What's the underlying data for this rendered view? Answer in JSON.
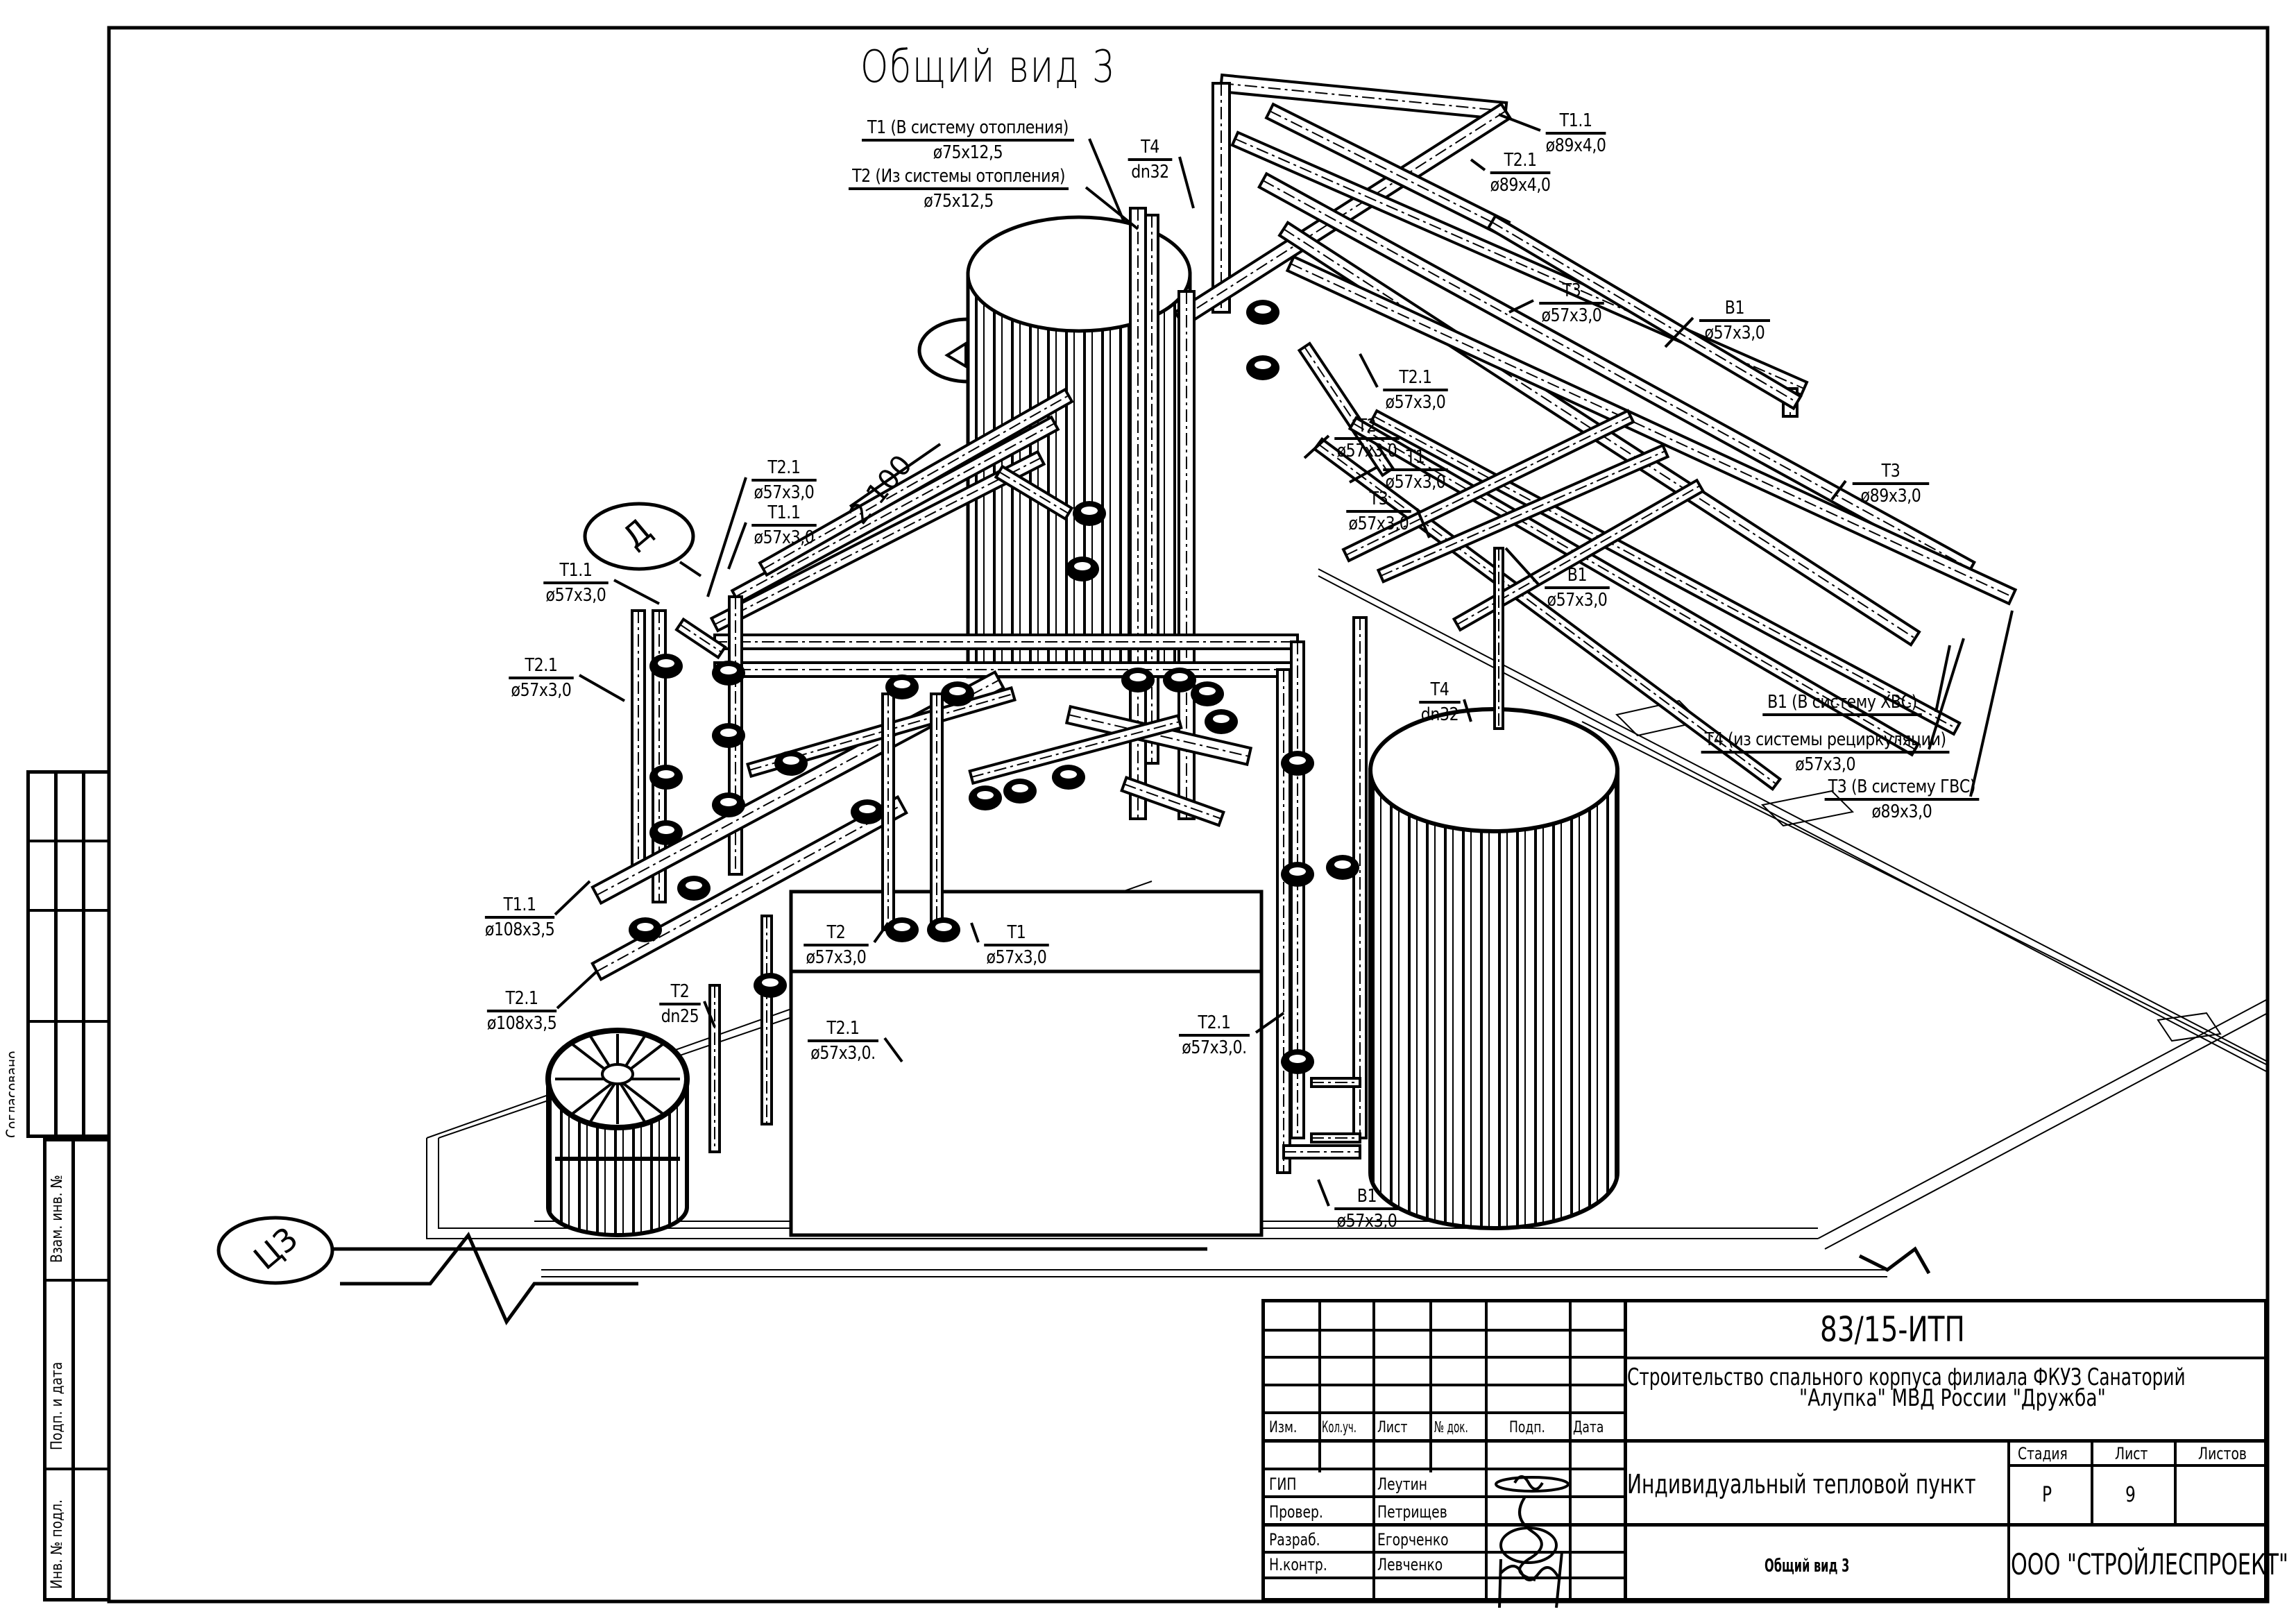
{
  "drawing": {
    "title": "Общий вид 3",
    "dimension": "2 100",
    "axis_bubbles": [
      {
        "id": "axis-d",
        "label": "Д"
      },
      {
        "id": "axis-ts3",
        "label": "Ц3"
      }
    ],
    "labels": [
      {
        "id": "t1-heating",
        "top": "Т1 (В систему отопления)",
        "bottom": "ø75x12,5"
      },
      {
        "id": "t2-heating",
        "top": "Т2 (Из системы отопления)",
        "bottom": "ø75x12,5"
      },
      {
        "id": "t4-top",
        "top": "Т4",
        "bottom": "dn32"
      },
      {
        "id": "t11-89",
        "top": "Т1.1",
        "bottom": "ø89x4,0"
      },
      {
        "id": "t21-89",
        "top": "Т2.1",
        "bottom": "ø89x4,0"
      },
      {
        "id": "t3-57-upper",
        "top": "Т3",
        "bottom": "ø57x3,0"
      },
      {
        "id": "b1-57-upper",
        "top": "В1",
        "bottom": "ø57x3,0"
      },
      {
        "id": "t21-57-mid",
        "top": "Т2.1",
        "bottom": "ø57x3,0"
      },
      {
        "id": "t2-57-mid",
        "top": "Т2",
        "bottom": "ø57x3,0"
      },
      {
        "id": "t1-57-mid",
        "top": "Т1",
        "bottom": "ø57x3,0"
      },
      {
        "id": "t3-57-mid",
        "top": "Т3",
        "bottom": "ø57x3,0"
      },
      {
        "id": "t3-89",
        "top": "Т3",
        "bottom": "ø89x3,0"
      },
      {
        "id": "b1-57-right",
        "top": "В1",
        "bottom": "ø57x3,0"
      },
      {
        "id": "t21-57-left-top",
        "top": "Т2.1",
        "bottom": "ø57x3,0"
      },
      {
        "id": "t11-57-left-top",
        "top": "Т1.1",
        "bottom": "ø57x3,0"
      },
      {
        "id": "t11-57-left",
        "top": "Т1.1",
        "bottom": "ø57x3,0"
      },
      {
        "id": "t21-57-left",
        "top": "Т2.1",
        "bottom": "ø57x3,0"
      },
      {
        "id": "t4-tank",
        "top": "Т4",
        "bottom": "dn32"
      },
      {
        "id": "b1-hvs",
        "top": "В1 (В систему ХВС)",
        "bottom": ""
      },
      {
        "id": "t4-recirc",
        "top": "Т4 (из системы рециркуляции)",
        "bottom": "ø57x3,0"
      },
      {
        "id": "t3-gvs",
        "top": "Т3 (В систему ГВС)",
        "bottom": "ø89x3,0"
      },
      {
        "id": "t11-108",
        "top": "Т1.1",
        "bottom": "ø108x3,5"
      },
      {
        "id": "t21-108",
        "top": "Т2.1",
        "bottom": "ø108x3,5"
      },
      {
        "id": "t2-57-low",
        "top": "Т2",
        "bottom": "ø57x3,0"
      },
      {
        "id": "t1-57-low",
        "top": "Т1",
        "bottom": "ø57x3,0"
      },
      {
        "id": "t2-dn25",
        "top": "Т2",
        "bottom": "dn25"
      },
      {
        "id": "t21-57-low-left",
        "top": "Т2.1",
        "bottom": "ø57x3,0."
      },
      {
        "id": "t21-57-low-right",
        "top": "Т2.1",
        "bottom": "ø57x3,0."
      },
      {
        "id": "b1-57-bottom",
        "top": "В1",
        "bottom": "ø57x3,0"
      }
    ]
  },
  "side_stamp": {
    "agreed": "Согласовано",
    "vzam_inv": "Взам. инв. №",
    "podp_data": "Подп. и дата",
    "inv_podl": "Инв. № подл."
  },
  "title_block": {
    "doc_code": "83/15-ИТП",
    "project_line1": "Строительство спального корпуса филиала ФКУЗ Санаторий",
    "project_line2": "\"Алупка\" МВД России \"Дружба\"",
    "headers": {
      "izm": "Изм.",
      "kol_uch": "Кол.уч.",
      "list": "Лист",
      "n_dok": "№ док.",
      "podp": "Подп.",
      "data": "Дата"
    },
    "roles": [
      {
        "role": "ГИП",
        "name": "Леутин"
      },
      {
        "role": "Провер.",
        "name": "Петрищев"
      },
      {
        "role": "Разраб.",
        "name": "Егорченко"
      },
      {
        "role": "Н.контр.",
        "name": "Левченко"
      }
    ],
    "object_name": "Индивидуальный тепловой пункт",
    "sheet_name": "Общий вид 3",
    "stage_header": "Стадия",
    "sheet_header": "Лист",
    "sheets_header": "Листов",
    "stage": "Р",
    "sheet": "9",
    "sheets": "",
    "company": "ООО \"СТРОЙЛЕСПРОЕКТ\""
  }
}
